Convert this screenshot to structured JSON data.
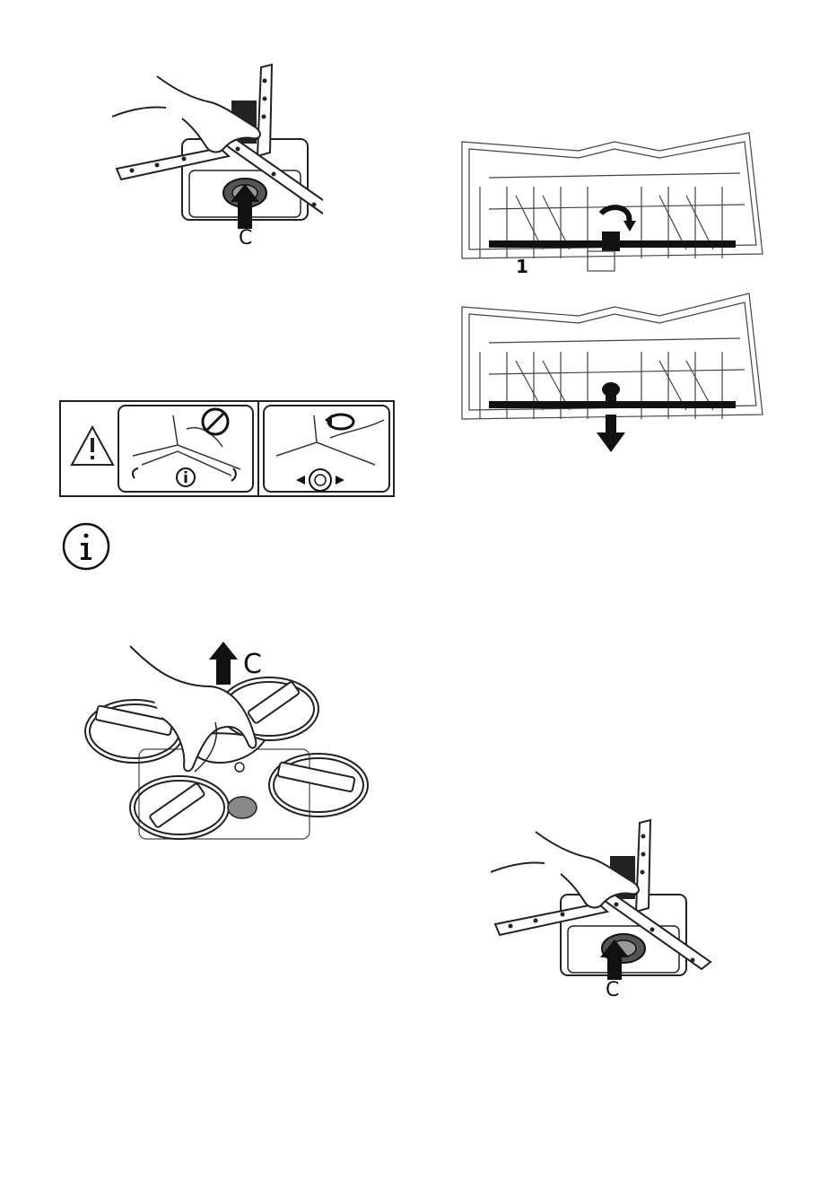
{
  "figures": {
    "spray_arm_top_left": {
      "label": "C"
    },
    "upper_basket_top": {
      "label": "1"
    },
    "upper_basket_bottom": {},
    "warning_panel": {
      "warning_icon": "warning-triangle-icon",
      "prohibited_icon": "prohibited-icon",
      "info_icon": "info-icon",
      "rotate_icon": "rotate-arrow-icon"
    },
    "info_note": {
      "icon": "info-circle-icon"
    },
    "filter_spray_arm": {
      "label": "C"
    },
    "spray_arm_bottom_right": {
      "label": "C"
    }
  }
}
